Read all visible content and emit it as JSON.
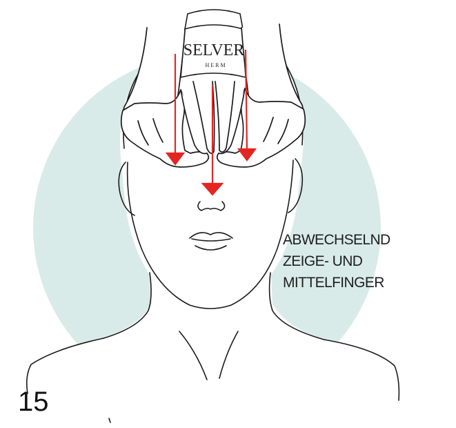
{
  "step": {
    "number": "15",
    "instruction_lines": [
      "ABWECHSELND",
      "ZEIGE- UND",
      "MITTELFINGER"
    ]
  },
  "headband": {
    "brand_text": "SELVER",
    "subtext": "H E R M"
  },
  "colors": {
    "background_circle": "#d8ebe8",
    "line_art": "#1a1a1a",
    "arrow": "#e52521",
    "text": "#1e1e1e"
  },
  "icons": [
    "down-arrow-icon"
  ]
}
